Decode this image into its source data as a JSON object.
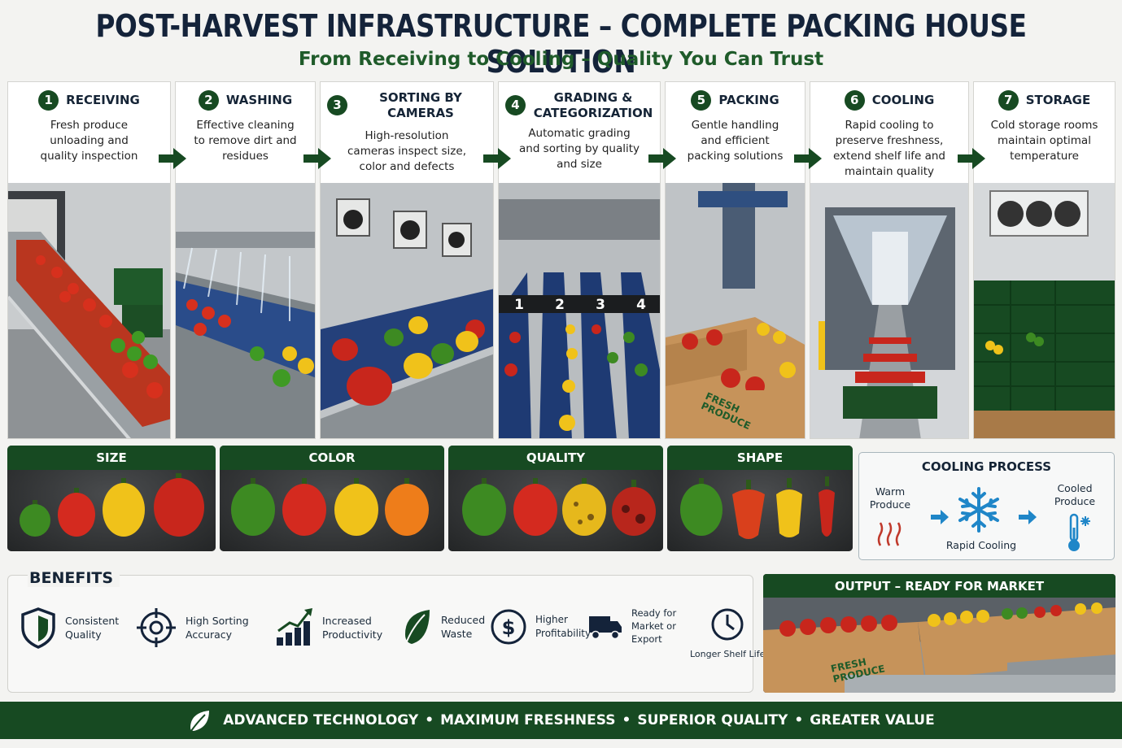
{
  "header": {
    "title": "POST-HARVEST INFRASTRUCTURE – COMPLETE PACKING HOUSE SOLUTION",
    "subtitle": "From Receiving to Cooling – Quality You Can Trust"
  },
  "steps": [
    {
      "num": "1",
      "title": "RECEIVING",
      "desc": "Fresh produce unloading and quality inspection"
    },
    {
      "num": "2",
      "title": "WASHING",
      "desc": "Effective cleaning to remove dirt and residues"
    },
    {
      "num": "3",
      "title": "SORTING BY CAMERAS",
      "desc": "High-resolution cameras inspect size, color and defects"
    },
    {
      "num": "4",
      "title": "GRADING & CATEGORIZATION",
      "desc": "Automatic grading and sorting by quality and size"
    },
    {
      "num": "5",
      "title": "PACKING",
      "desc": "Gentle handling and efficient packing solutions"
    },
    {
      "num": "6",
      "title": "COOLING",
      "desc": "Rapid cooling to preserve freshness, extend shelf life and maintain quality"
    },
    {
      "num": "7",
      "title": "STORAGE",
      "desc": "Cold storage rooms maintain optimal temperature"
    }
  ],
  "grading_lanes": [
    "1",
    "2",
    "3",
    "4"
  ],
  "box_text": {
    "line1": "FRESH",
    "line2": "PRODUCE"
  },
  "attributes": [
    "SIZE",
    "COLOR",
    "QUALITY",
    "SHAPE"
  ],
  "cooling": {
    "title": "COOLING PROCESS",
    "warm": "Warm Produce",
    "rapid": "Rapid Cooling",
    "cooled": "Cooled Produce"
  },
  "benefits": {
    "title": "BENEFITS",
    "items": [
      {
        "label": "Consistent Quality",
        "icon": "shield-icon"
      },
      {
        "label": "High Sorting Accuracy",
        "icon": "target-icon"
      },
      {
        "label": "Increased Productivity",
        "icon": "bar-chart-icon"
      },
      {
        "label": "Reduced Waste",
        "icon": "leaf-icon"
      },
      {
        "label": "Higher Profitability",
        "icon": "dollar-icon"
      },
      {
        "label": "Ready for Market or Export",
        "icon": "truck-icon"
      },
      {
        "label": "Longer Shelf Life",
        "icon": "clock-icon"
      }
    ]
  },
  "output": {
    "title": "OUTPUT – READY FOR MARKET"
  },
  "footer": {
    "parts": [
      "ADVANCED TECHNOLOGY",
      "•",
      "MAXIMUM FRESHNESS",
      "•",
      "SUPERIOR QUALITY",
      "•",
      "GREATER VALUE"
    ]
  },
  "colors": {
    "brand_green": "#174a22",
    "title_navy": "#14233a",
    "subtitle_green": "#1f5b2a",
    "pepper_red": "#c8261c",
    "pepper_yellow": "#f0c21a",
    "pepper_green": "#3d8a22",
    "pepper_orange": "#ee7d1a",
    "cool_blue": "#1f86c8",
    "warm_red": "#c0392b"
  }
}
